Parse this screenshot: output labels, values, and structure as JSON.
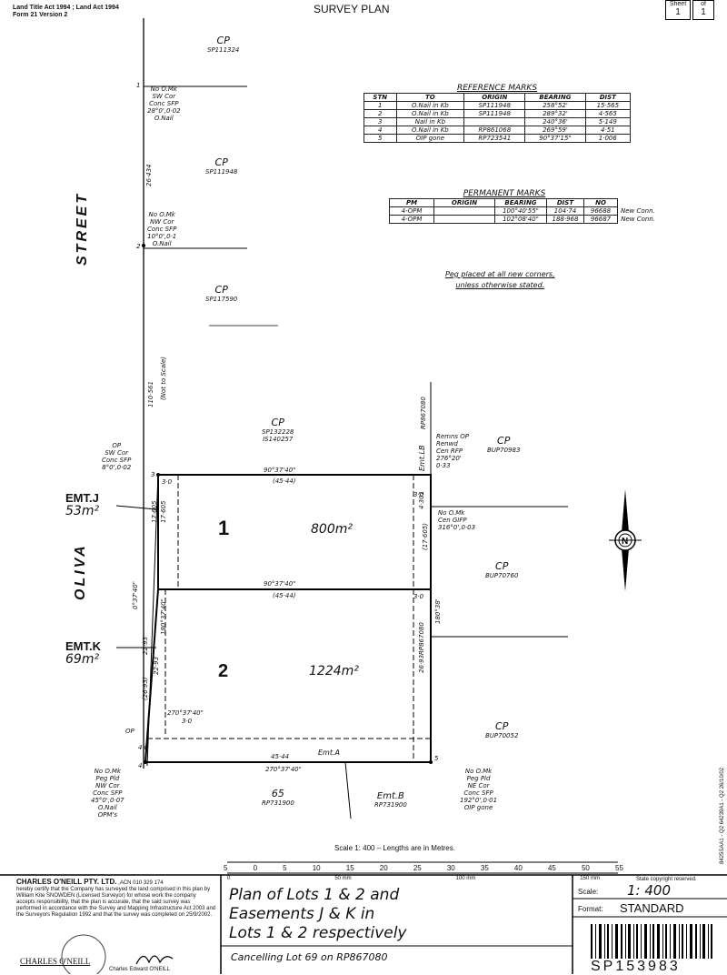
{
  "header": {
    "acts": "Land Title Act 1994 ; Land Act 1994",
    "form": "Form 21 Version 2",
    "title": "SURVEY PLAN",
    "sheet_label": "Sheet",
    "of_label": "of",
    "sheet_no": "1",
    "sheet_total": "1"
  },
  "street": {
    "word1": "STREET",
    "word2": "OLIVA"
  },
  "parcels": {
    "cp1": "CP",
    "cp1_ref": "SP111324",
    "cp2": "CP",
    "cp2_ref": "SP111948",
    "cp3": "CP",
    "cp3_ref": "SP117590",
    "cp4": "CP",
    "cp4_ref": "SP132228",
    "cp4_ref2": "IS140257",
    "cp5": "CP",
    "cp5_ref": "BUP70983",
    "cp6": "CP",
    "cp6_ref": "BUP70760",
    "cp7": "CP",
    "cp7_ref": "BUP70052",
    "lot65": "65",
    "lot65_ref": "RP731900",
    "emtb": "Emt.B",
    "emtb_ref": "RP731900"
  },
  "lots": {
    "lot1": "1",
    "lot1_area": "800m²",
    "lot2": "2",
    "lot2_area": "1224m²",
    "emtj": "EMT.J",
    "emtj_area": "53m²",
    "emtk": "EMT.K",
    "emtk_area": "69m²",
    "emta": "Emt.A",
    "emtlb": "Emt.LB"
  },
  "notes": {
    "n1": [
      "No O.Mk",
      "SW Cor",
      "Conc SFP",
      "28°0',0·02",
      "O.Nail"
    ],
    "n2": [
      "No O.Mk",
      "NW Cor",
      "Conc SFP",
      "10°0',0·1",
      "O.Nail"
    ],
    "n3": [
      "OP",
      "SW Cor",
      "Conc SFP",
      "8°0',0·02"
    ],
    "n4": [
      "Remns OP",
      "Renwd",
      "Cen RFP",
      "276°20'",
      "0·33"
    ],
    "n5": [
      "No O.Mk",
      "Cen GIFP",
      "316°0',0·03"
    ],
    "n6": [
      "No O.Mk",
      "Peg Pld",
      "NW Cor",
      "Conc SFP",
      "45°0',0·07",
      "O.Nail",
      "OPM's"
    ],
    "n7": [
      "No O.Mk",
      "Peg Pld",
      "NE Cor",
      "Conc SFP",
      "192°0',0·01",
      "OIP gone"
    ],
    "street_len": "110·561",
    "not_scale": "(Not to Scale)",
    "d1": "26·434",
    "rp": "RP867080",
    "rp2": "RP867080"
  },
  "dims": {
    "b1": "90°37'40\"",
    "b1d": "(45·44)",
    "b2": "90°37'40\"",
    "b2d": "(45·44)",
    "b3": "270°37'40\"",
    "b3d": "45·44",
    "b4": "270°37'40\"",
    "b4d": "3·0",
    "left1": "17·605",
    "left1b": "17·605",
    "left_b": "0°37'40\"",
    "right1": "4·301",
    "right1b": "(17·605)",
    "mid1": "22·93",
    "mid2": "22·93",
    "mid3": "(26·93)",
    "mid_b": "180°37'40\"",
    "right2": "26·93",
    "right_b": "180°38'",
    "s30a": "3·0",
    "s30b": "3·0",
    "s30c": "3·0",
    "s40": "4·0",
    "op": "OP",
    "c1": "1",
    "c2": "2",
    "c3": "3",
    "c4": "4",
    "c5": "5"
  },
  "ref_marks": {
    "title": "REFERENCE MARKS",
    "headers": [
      "STN",
      "TO",
      "ORIGIN",
      "BEARING",
      "DIST"
    ],
    "rows": [
      [
        "1",
        "O.Nail in Kb",
        "SP111948",
        "258°52'",
        "15·565"
      ],
      [
        "2",
        "O.Nail in Kb",
        "SP111948",
        "289°32'",
        "4·565"
      ],
      [
        "3",
        "Nail in Kb",
        "",
        "240°36'",
        "5·149"
      ],
      [
        "4",
        "O.Nail in Kb",
        "RP861068",
        "269°59'",
        "4·51"
      ],
      [
        "5",
        "OIP gone",
        "RP723541",
        "90°37'15\"",
        "1·006"
      ]
    ]
  },
  "perm_marks": {
    "title": "PERMANENT MARKS",
    "headers": [
      "PM",
      "ORIGIN",
      "BEARING",
      "DIST",
      "NO"
    ],
    "rows": [
      [
        "4-OPM",
        "",
        "100°40'55\"",
        "104·74",
        "96688",
        "New Conn."
      ],
      [
        "4-OPM",
        "",
        "102°08'40\"",
        "188·968",
        "96687",
        "New Conn."
      ]
    ]
  },
  "peg_note": [
    "Peg placed at all new corners,",
    "unless otherwise stated."
  ],
  "scale_bar": {
    "caption": "Scale 1: 400 – Lengths are in Metres.",
    "labels": [
      "5",
      "0",
      "5",
      "10",
      "15",
      "20",
      "25",
      "30",
      "35",
      "40",
      "45",
      "50",
      "55"
    ],
    "mm": [
      "0",
      "50 mm",
      "100 mm",
      "150 mm"
    ],
    "copyright": "State copyright reserved."
  },
  "surveyor": {
    "firm": "CHARLES O'NEILL PTY. LTD.",
    "acn": ",ACN 010 329 174",
    "cert": "hereby certify that the Company has surveyed the land comprised in this plan by William Kite SNOWDEN (Licensed Surveyor) for whose work the company accepts responsibility, that the plan is accurate, that the said survey was performed in accordance with the Survey and Mapping Infrastructure Act 2003 and the Surveyors Regulation 1992 and that the survey was completed on 25/9/2002.",
    "sig": "CHARLES O'NEILL",
    "director": "Charles Edward O'NEILL"
  },
  "plan_title": {
    "line1": "Plan of Lots 1 & 2 and",
    "line2": "Easements J & K in",
    "line3": "Lots 1 & 2 respectively",
    "cancelling": "Cancelling Lot 69 on RP867080"
  },
  "meta": {
    "scale_label": "Scale:",
    "scale_value": "1: 400",
    "format_label": "Format:",
    "format_value": "STANDARD",
    "plan_no": "SP153983",
    "side_ref": "8425SAA1 - Q2 64239A1 - Q2 26/10/02"
  }
}
